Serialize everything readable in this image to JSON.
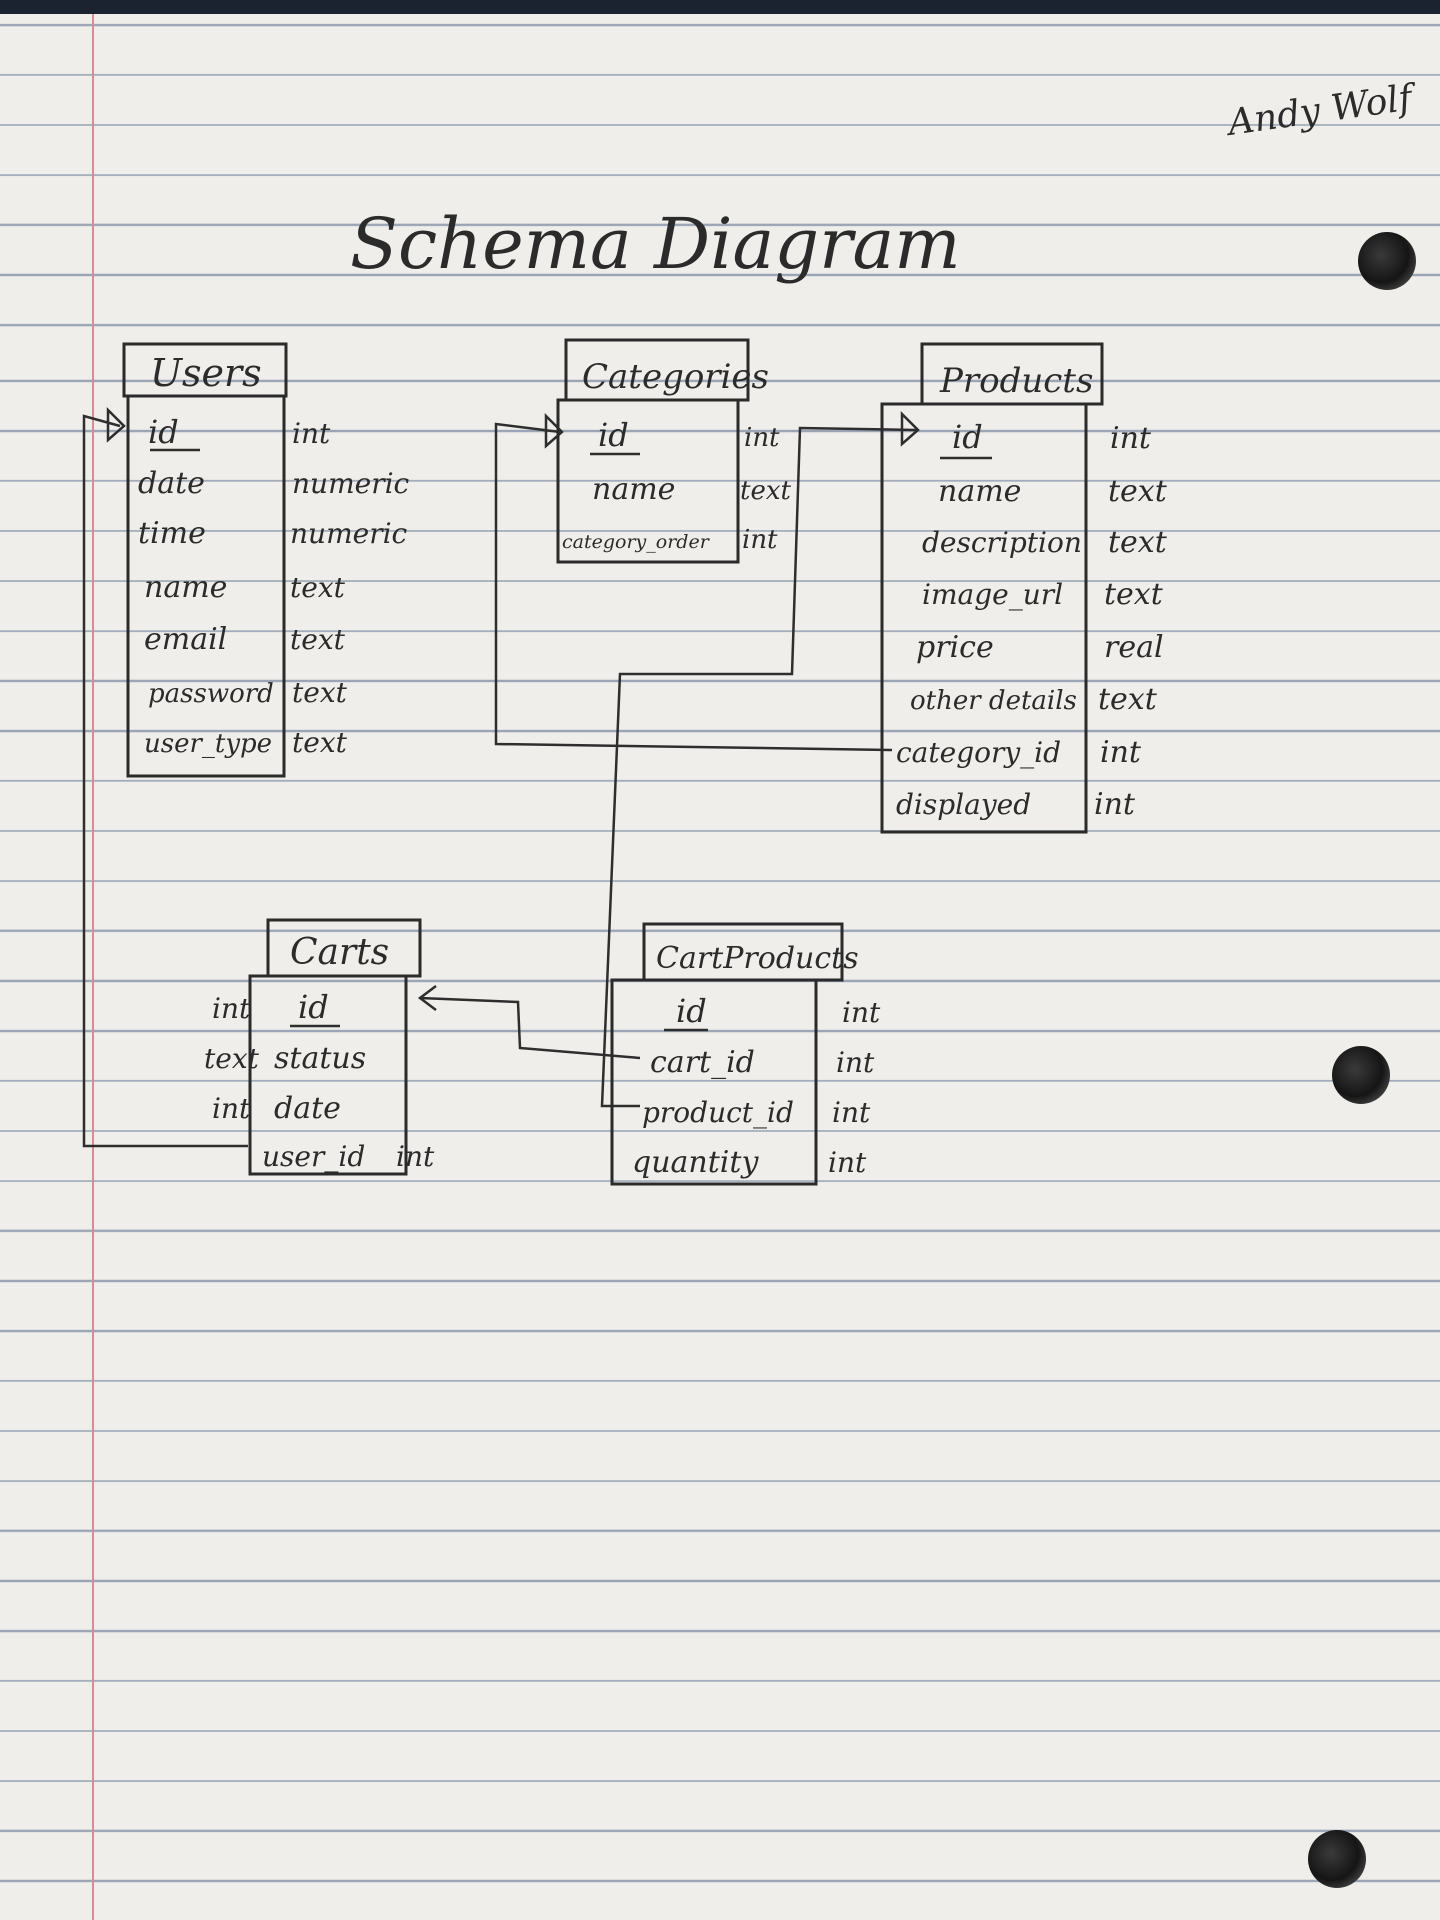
{
  "title": "Schema Diagram",
  "author": "Andy Wolf",
  "tables": [
    {
      "name": "Users",
      "fields": [
        {
          "name": "id",
          "type": "int",
          "key": true
        },
        {
          "name": "date",
          "type": "numeric"
        },
        {
          "name": "time",
          "type": "numeric"
        },
        {
          "name": "name",
          "type": "text"
        },
        {
          "name": "email",
          "type": "text"
        },
        {
          "name": "password",
          "type": "text"
        },
        {
          "name": "user_type",
          "type": "text"
        }
      ]
    },
    {
      "name": "Categories",
      "fields": [
        {
          "name": "id",
          "type": "int",
          "key": true
        },
        {
          "name": "name",
          "type": "text"
        },
        {
          "name": "category_order",
          "type": "int"
        }
      ]
    },
    {
      "name": "Products",
      "fields": [
        {
          "name": "id",
          "type": "int",
          "key": true
        },
        {
          "name": "name",
          "type": "text"
        },
        {
          "name": "description",
          "type": "text"
        },
        {
          "name": "image_url",
          "type": "text"
        },
        {
          "name": "price",
          "type": "real"
        },
        {
          "name": "other details",
          "type": "text"
        },
        {
          "name": "category_id",
          "type": "int"
        },
        {
          "name": "displayed",
          "type": "int"
        }
      ]
    },
    {
      "name": "Carts",
      "fields": [
        {
          "name": "id",
          "type": "int",
          "key": true
        },
        {
          "name": "status",
          "type": "text"
        },
        {
          "name": "date",
          "type": "int"
        },
        {
          "name": "user_id",
          "type": "int"
        }
      ]
    },
    {
      "name": "CartProducts",
      "fields": [
        {
          "name": "id",
          "type": "int",
          "key": true
        },
        {
          "name": "cart_id",
          "type": "int"
        },
        {
          "name": "product_id",
          "type": "int"
        },
        {
          "name": "quantity",
          "type": "int"
        }
      ]
    }
  ],
  "relationships": [
    {
      "from_table": "Carts",
      "from_field": "user_id",
      "to_table": "Users",
      "to_field": "id"
    },
    {
      "from_table": "Products",
      "from_field": "category_id",
      "to_table": "Categories",
      "to_field": "id"
    },
    {
      "from_table": "CartProducts",
      "from_field": "product_id",
      "to_table": "Products",
      "to_field": "id"
    },
    {
      "from_table": "CartProducts",
      "from_field": "cart_id",
      "to_table": "Carts",
      "to_field": "id"
    }
  ]
}
